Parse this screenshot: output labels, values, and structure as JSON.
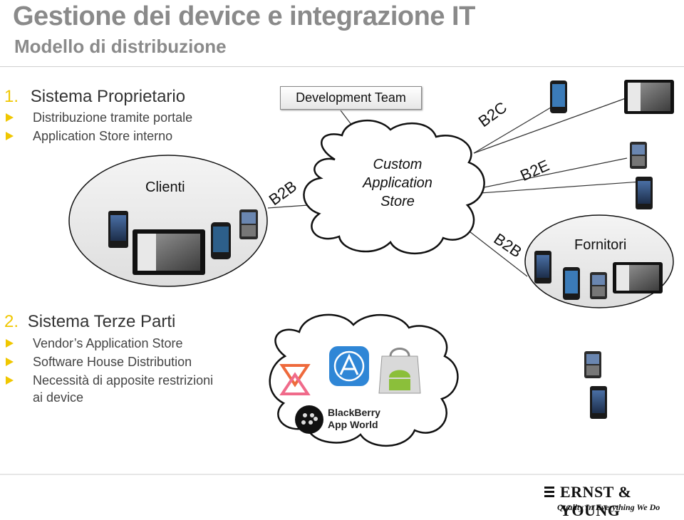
{
  "header": {
    "title": "Gestione dei device e integrazione IT",
    "subtitle": "Modello di distribuzione"
  },
  "section1": {
    "number": "1.",
    "heading": "Sistema Proprietario",
    "bullets": [
      "Distribuzione tramite portale",
      "Application Store interno"
    ]
  },
  "section2": {
    "number": "2.",
    "heading": "Sistema Terze Parti",
    "bullets": [
      "Vendor’s Application Store",
      "Software House Distribution",
      "Necessità di apposite restrizioni",
      "ai device"
    ]
  },
  "diagram": {
    "dev_team": "Development Team",
    "store_line1": "Custom",
    "store_line2": "Application",
    "store_line3": "Store",
    "clienti": "Clienti",
    "fornitori": "Fornitori",
    "b2b_left": "B2B",
    "b2c": "B2C",
    "b2e": "B2E",
    "b2b_bottom": "B2B"
  },
  "stores": {
    "blackberry_line1": "BlackBerry",
    "blackberry_line2": "App World",
    "icons": [
      "windows-phone-marketplace-icon",
      "apple-app-store-icon",
      "android-market-icon",
      "blackberry-app-world-icon"
    ]
  },
  "footer": {
    "logo": "ERNST & YOUNG",
    "tagline": "Quality In Everything We Do"
  },
  "colors": {
    "accent": "#f0c700",
    "title_gray": "#8a8a8a"
  }
}
